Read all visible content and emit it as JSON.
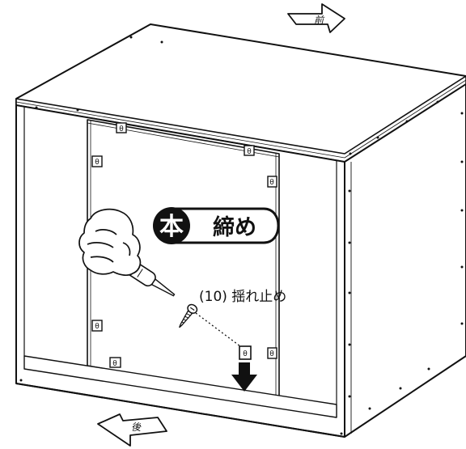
{
  "arrows": {
    "front_label": "前",
    "back_label": "後"
  },
  "callout": {
    "hon_char": "本",
    "shime_text": "締め"
  },
  "part_label": "(10) 揺れ止め",
  "bracket_mark": "θ"
}
